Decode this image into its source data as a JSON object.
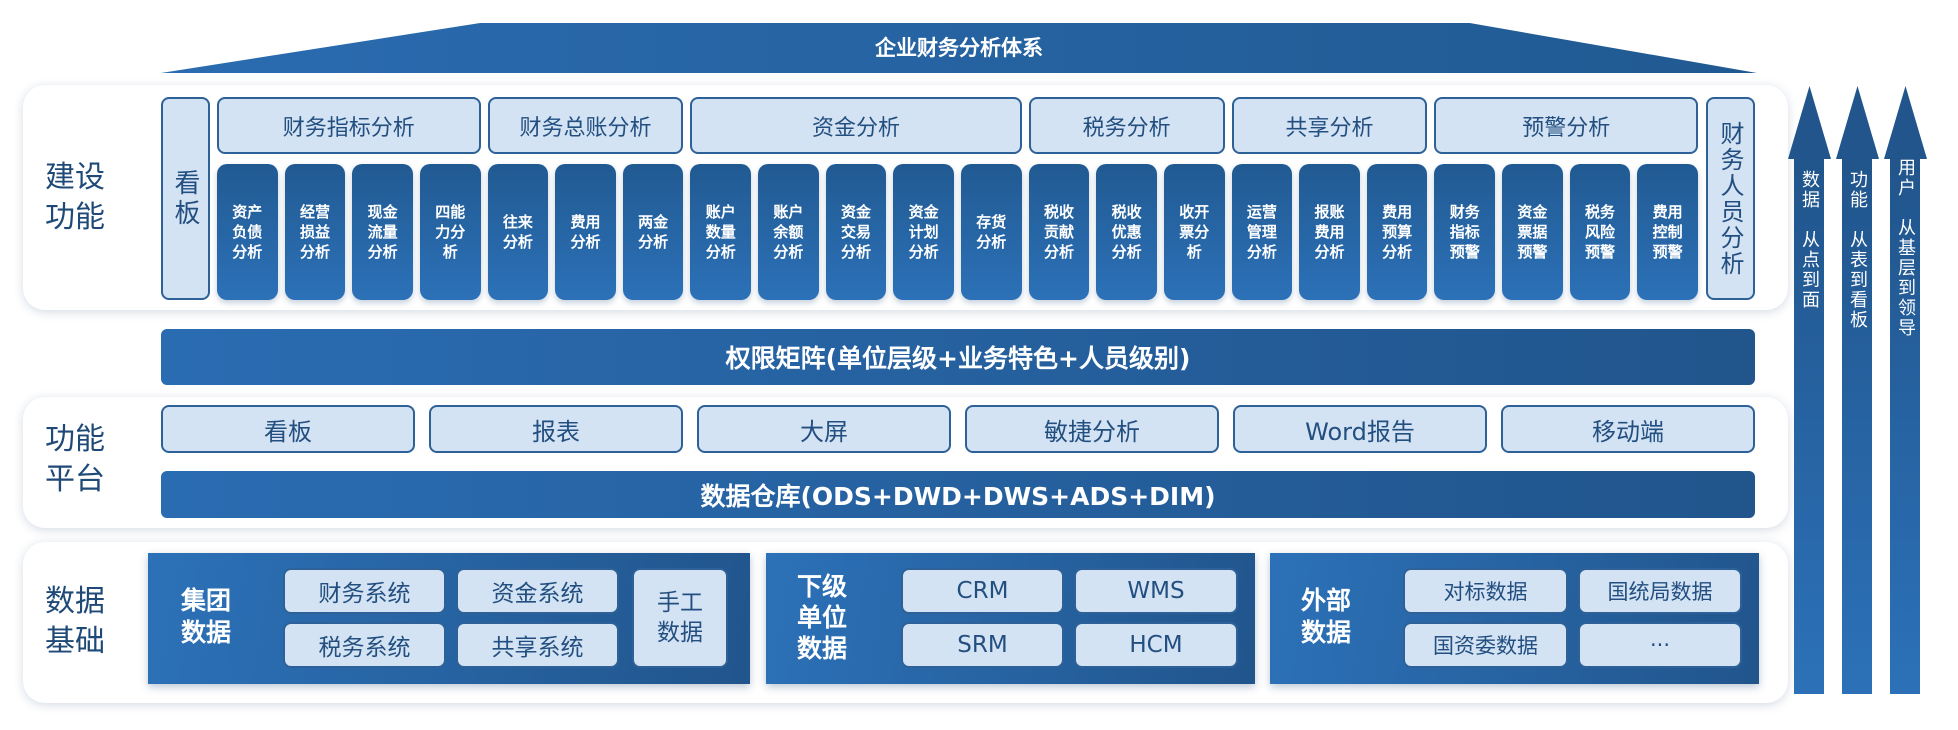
{
  "title": "企业财务分析体系",
  "sections": {
    "build": "建设功能",
    "platform": "功能平台",
    "data": "数据基础"
  },
  "build": {
    "left_box": "看板",
    "right_box": "财务人员分析",
    "groups": [
      {
        "label": "财务指标分析",
        "items": [
          "资产负债分析",
          "经营损益分析",
          "现金流量分析",
          "四能力分析"
        ]
      },
      {
        "label": "财务总账分析",
        "items": [
          "往来分析",
          "费用分析",
          "两金分析"
        ]
      },
      {
        "label": "资金分析",
        "items": [
          "账户数量分析",
          "账户余额分析",
          "资金交易分析",
          "资金计划分析",
          "存货分析"
        ]
      },
      {
        "label": "税务分析",
        "items": [
          "税收贡献分析",
          "税收优惠分析",
          "收开票分析"
        ]
      },
      {
        "label": "共享分析",
        "items": [
          "运营管理分析",
          "报账费用分析",
          "费用预算分析"
        ]
      },
      {
        "label": "预警分析",
        "items": [
          "财务指标预警",
          "资金票据预警",
          "税务风险预警",
          "费用控制预警"
        ]
      }
    ]
  },
  "permission_bar": "权限矩阵(单位层级+业务特色+人员级别)",
  "platform": {
    "buttons": [
      "看板",
      "报表",
      "大屏",
      "敏捷分析",
      "Word报告",
      "移动端"
    ],
    "warehouse": "数据仓库(ODS+DWD+DWS+ADS+DIM)"
  },
  "data_blocks": [
    {
      "label": "集团数据",
      "items": [
        "财务系统",
        "资金系统",
        "税务系统",
        "共享系统"
      ],
      "side": "手工数据"
    },
    {
      "label": "下级单位数据",
      "items": [
        "CRM",
        "WMS",
        "SRM",
        "HCM"
      ]
    },
    {
      "label": "外部数据",
      "items": [
        "对标数据",
        "国统局数据",
        "国资委数据",
        "···"
      ]
    }
  ],
  "arrows": [
    {
      "a": "数据",
      "b": "从点到面"
    },
    {
      "a": "功能",
      "b": "从表到看板"
    },
    {
      "a": "用户",
      "b": "从基层到领导"
    }
  ]
}
